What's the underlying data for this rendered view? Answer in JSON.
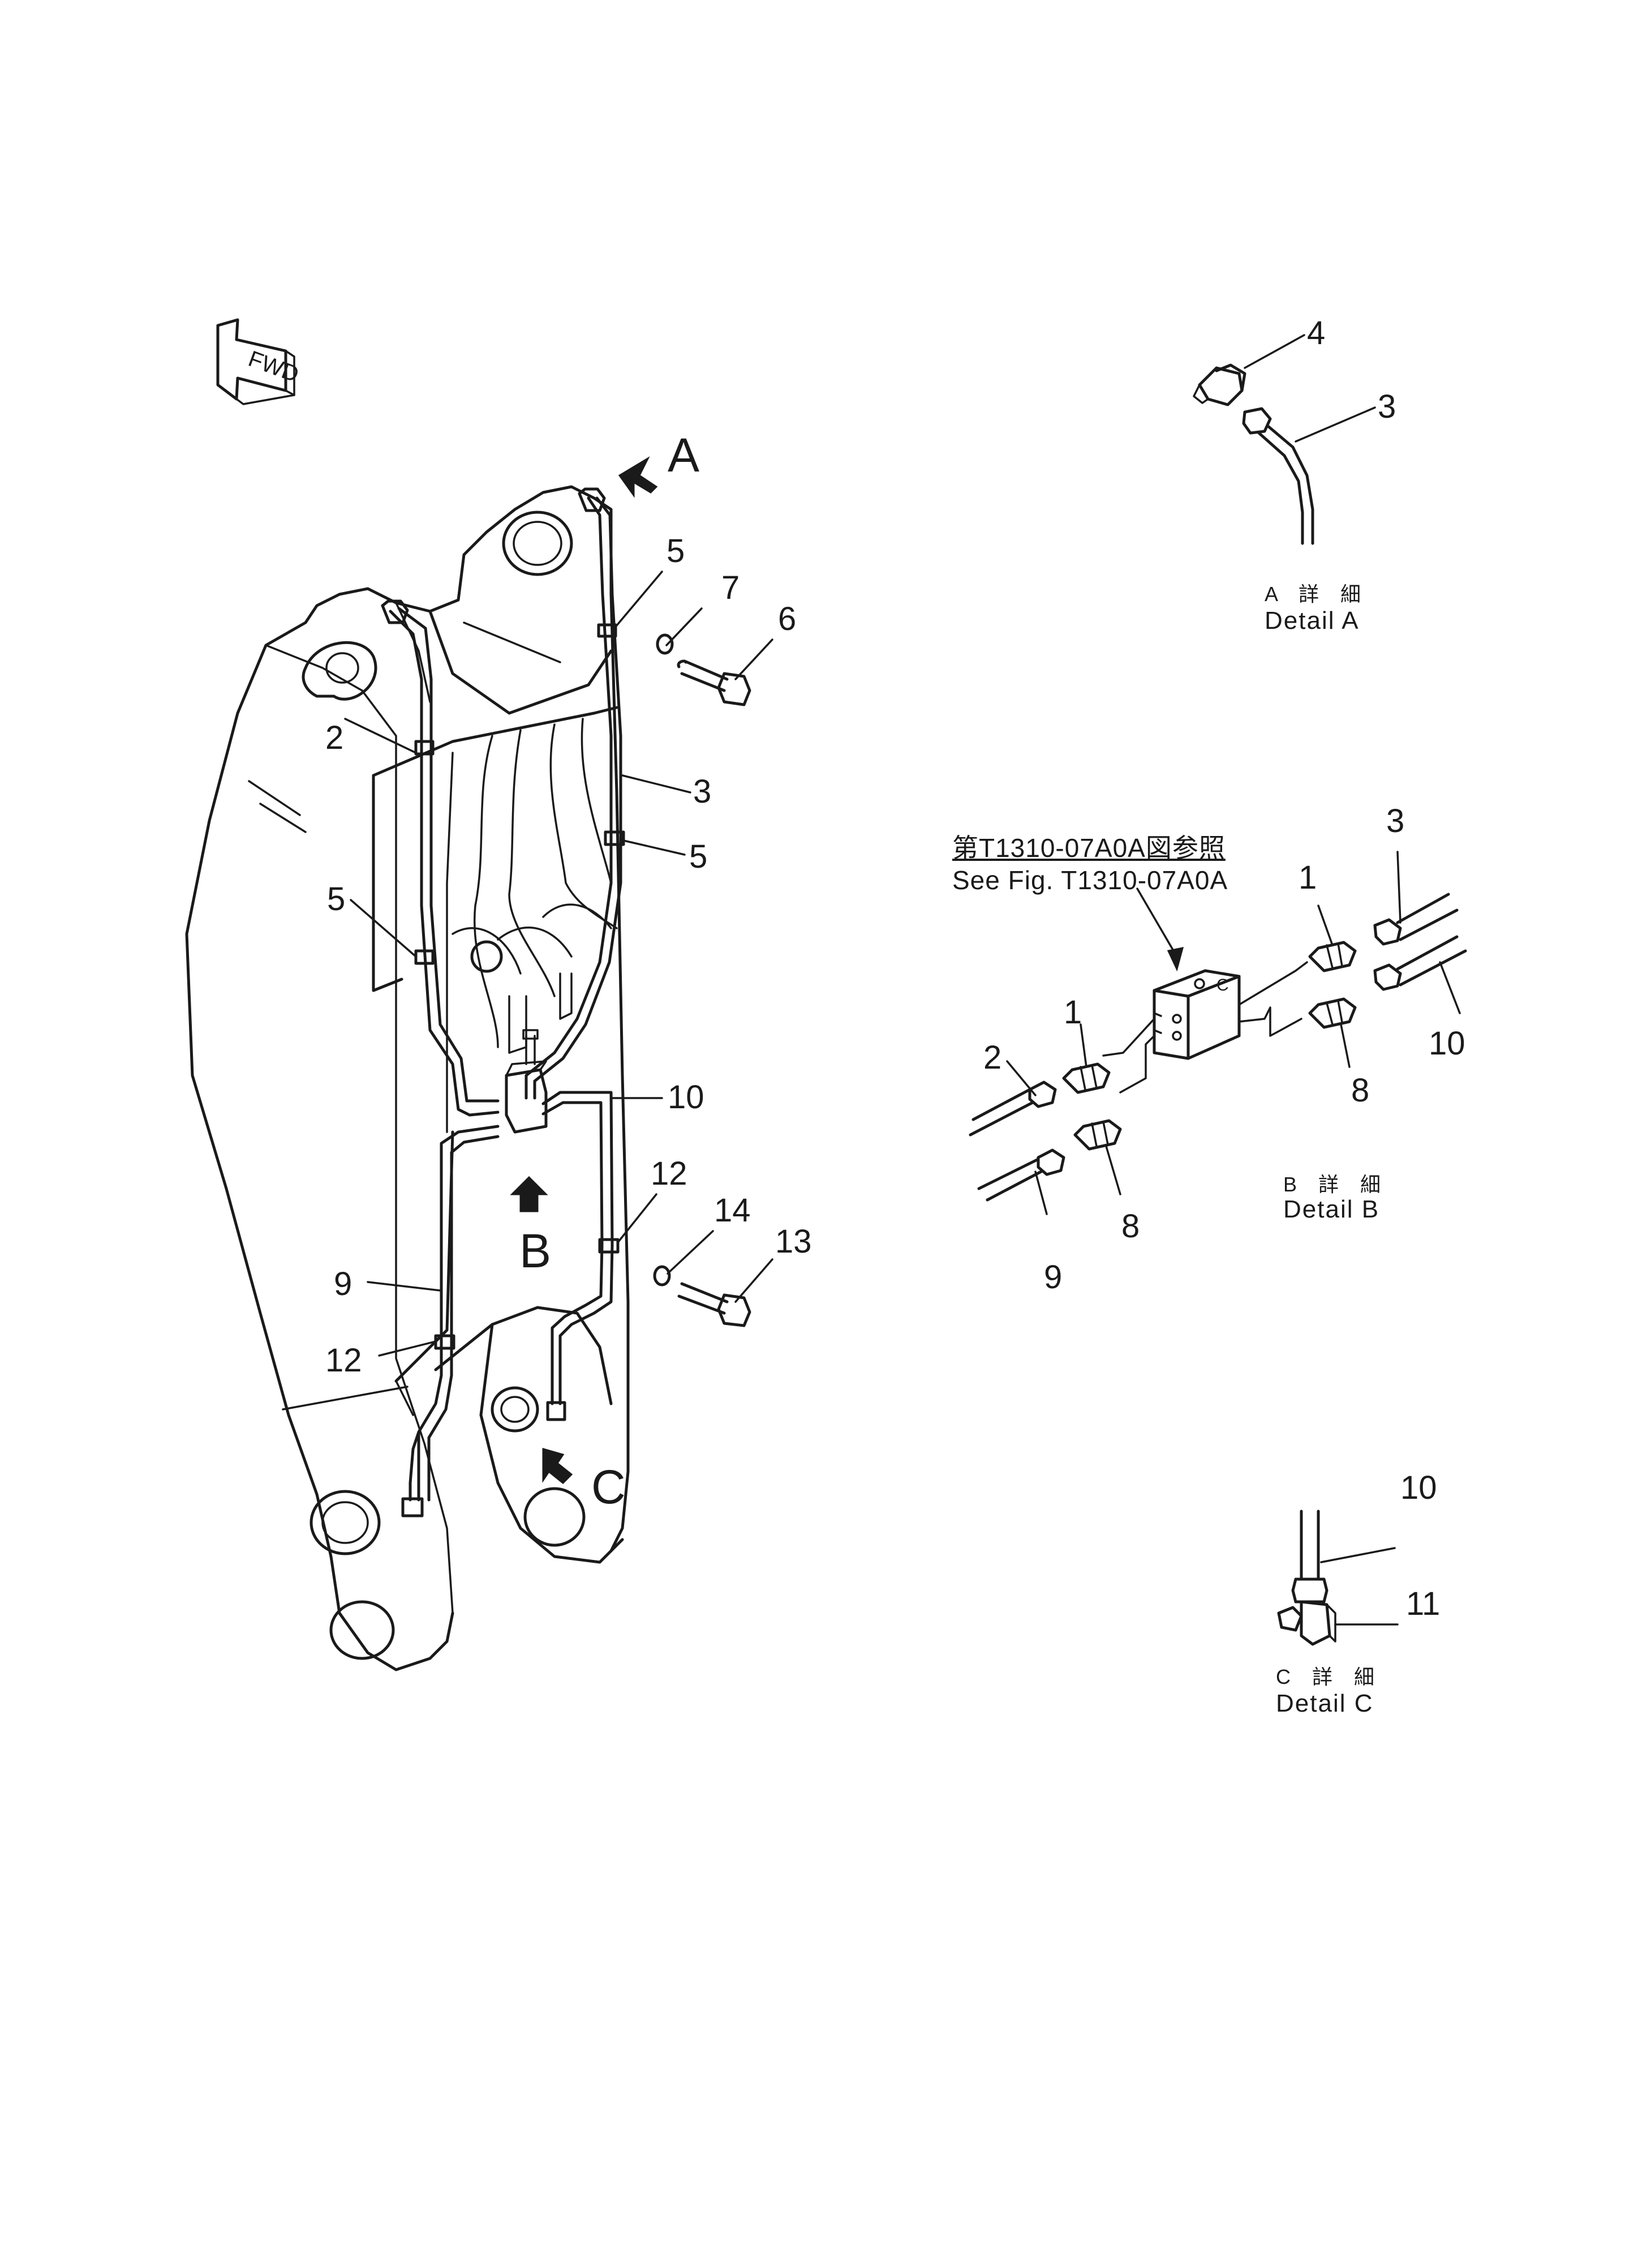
{
  "fwd_label": "FWD",
  "view_letters": {
    "a": "A",
    "b": "B",
    "c": "C"
  },
  "main_callouts": {
    "c2": "2",
    "c5a": "5",
    "c7": "7",
    "c6": "6",
    "c3": "3",
    "c5b": "5",
    "c5c": "5",
    "c10": "10",
    "c12a": "12",
    "c14": "14",
    "c13": "13",
    "c9": "9",
    "c12b": "12"
  },
  "detail_a": {
    "c4": "4",
    "c3": "3",
    "caption_jp": "A 詳 細",
    "caption_en": "Detail A"
  },
  "detail_b": {
    "reference_jp": "第T1310-07A0A図参照",
    "reference_en": "See  Fig. T1310-07A0A",
    "c3": "3",
    "c1r": "1",
    "c10": "10",
    "c8r": "8",
    "c1l": "1",
    "c2": "2",
    "c8l": "8",
    "c9": "9",
    "caption_jp": "B 詳 細",
    "caption_en": "Detail B"
  },
  "detail_c": {
    "c10": "10",
    "c11": "11",
    "caption_jp": "C 詳 細",
    "caption_en": "Detail C"
  }
}
